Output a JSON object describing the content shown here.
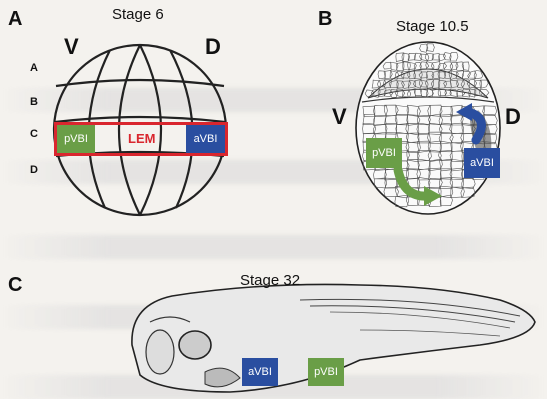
{
  "panels": {
    "A": {
      "letter": "A",
      "stage": "Stage 6",
      "axis_left": "V",
      "axis_right": "D",
      "rows": [
        "A",
        "B",
        "C",
        "D"
      ],
      "left_tag": "pVBI",
      "right_tag": "aVBI",
      "center_label": "LEM"
    },
    "B": {
      "letter": "B",
      "stage": "Stage 10.5",
      "axis_left": "V",
      "axis_right": "D",
      "left_tag": "pVBI",
      "right_tag": "aVBI"
    },
    "C": {
      "letter": "C",
      "stage": "Stage 32",
      "left_tag": "aVBI",
      "right_tag": "pVBI"
    }
  },
  "colors": {
    "green_tag": "#6a9e47",
    "blue_tag": "#2a4ea0",
    "lem_red": "#d9262e"
  }
}
